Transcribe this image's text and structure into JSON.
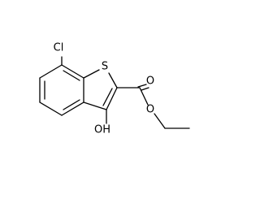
{
  "molecule": {
    "atoms": {
      "chlorine": "Cl",
      "sulfur": "S",
      "carbonyl_oxygen": "O",
      "ester_oxygen": "O",
      "hydroxyl": "OH"
    },
    "colors": {
      "bond": "#000000",
      "chlorine": "#000000",
      "sulfur": "#000000",
      "oxygen": "#000000"
    }
  }
}
